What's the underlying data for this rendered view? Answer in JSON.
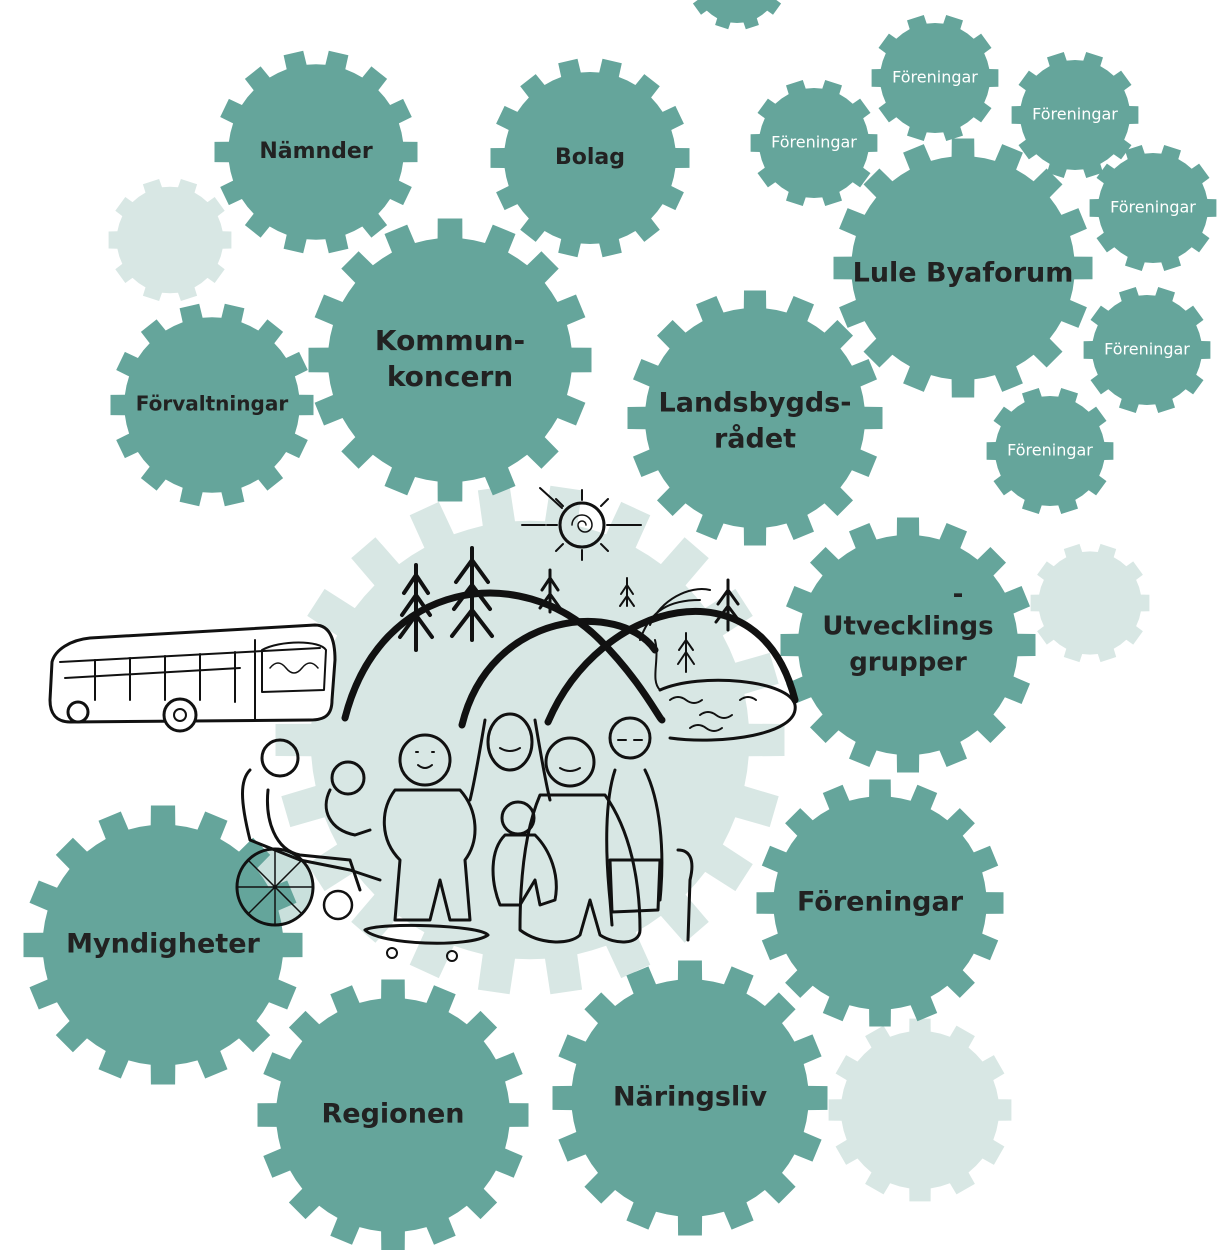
{
  "colors": {
    "gear_dark": "#65a59b",
    "gear_light": "#d8e7e4",
    "ink": "#111111",
    "label_dark": "#222222",
    "label_light": "#ffffff"
  },
  "gears": {
    "namnder": "Nämnder",
    "bolag": "Bolag",
    "kommunkoncern_line1": "Kommun-",
    "kommunkoncern_line2": "koncern",
    "forvaltningar": "Förvaltningar",
    "landsbygdsradet_line1": "Landsbygds-",
    "landsbygdsradet_line2": "rådet",
    "lule_byaforum": "Lule Byaforum",
    "utvecklingsgrupper_hyphen": "-",
    "utvecklingsgrupper_line1": "Utvecklings",
    "utvecklingsgrupper_line2": "grupper",
    "foreningar_main": "Föreningar",
    "myndigheter": "Myndigheter",
    "regionen": "Regionen",
    "naringsliv": "Näringsliv",
    "foreningar_small_1": "Föreningar",
    "foreningar_small_2": "Föreningar",
    "foreningar_small_3": "Föreningar",
    "foreningar_small_4": "Föreningar",
    "foreningar_small_5": "Föreningar",
    "foreningar_small_6": "Föreningar"
  }
}
